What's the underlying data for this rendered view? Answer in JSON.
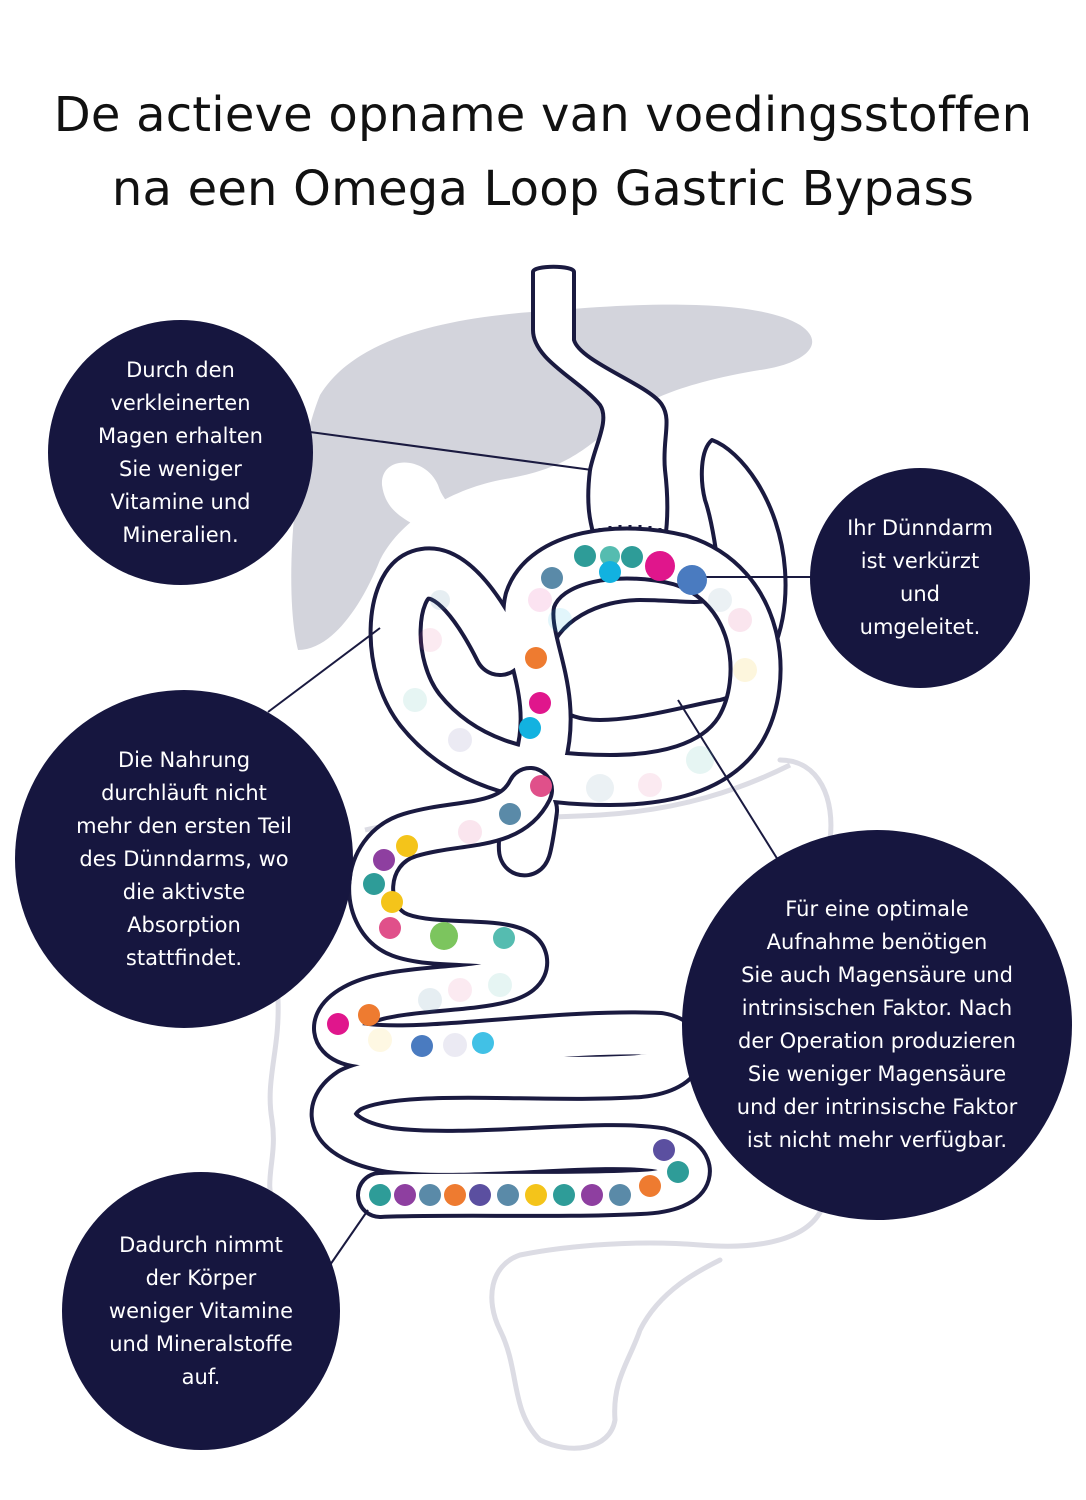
{
  "title": {
    "line1": "De actieve opname van voedingsstoffen",
    "line2": "na een Omega Loop Gastric Bypass"
  },
  "callouts": {
    "stomach": [
      "Durch den",
      "verkleinerten",
      "Magen erhalten",
      "Sie weniger",
      "Vitamine und",
      "Mineralien."
    ],
    "shortened": [
      "Ihr Dünndarm",
      "ist verkürzt",
      "und",
      "umgeleitet."
    ],
    "bypass": [
      "Die Nahrung",
      "durchläuft nicht",
      "mehr den ersten Teil",
      "des Dünndarms, wo",
      "die aktivste",
      "Absorption",
      "stattfindet."
    ],
    "acid": [
      "Für eine optimale",
      "Aufnahme benötigen",
      "Sie auch Magensäure und",
      "intrinsischen Faktor. Nach",
      "der Operation produzieren",
      "Sie weniger Magensäure",
      "und der intrinsische Faktor",
      "ist nicht mehr verfügbar."
    ],
    "result": [
      "Dadurch nimmt",
      "der Körper",
      "weniger Vitamine",
      "und Mineralstoffe",
      "auf."
    ]
  },
  "colors": {
    "bubble": "#16163f",
    "outline": "#1a1a40",
    "liver": "#d3d4dc",
    "colon": "#dcdce4",
    "nutrients": [
      "#2e9c98",
      "#8e3fa0",
      "#5a8aa8",
      "#ee7b30",
      "#5b4fa0",
      "#e0168c",
      "#f4c41a",
      "#12b2e0",
      "#7cc55e",
      "#e0508a",
      "#4a7bc0",
      "#55bcb0"
    ]
  }
}
